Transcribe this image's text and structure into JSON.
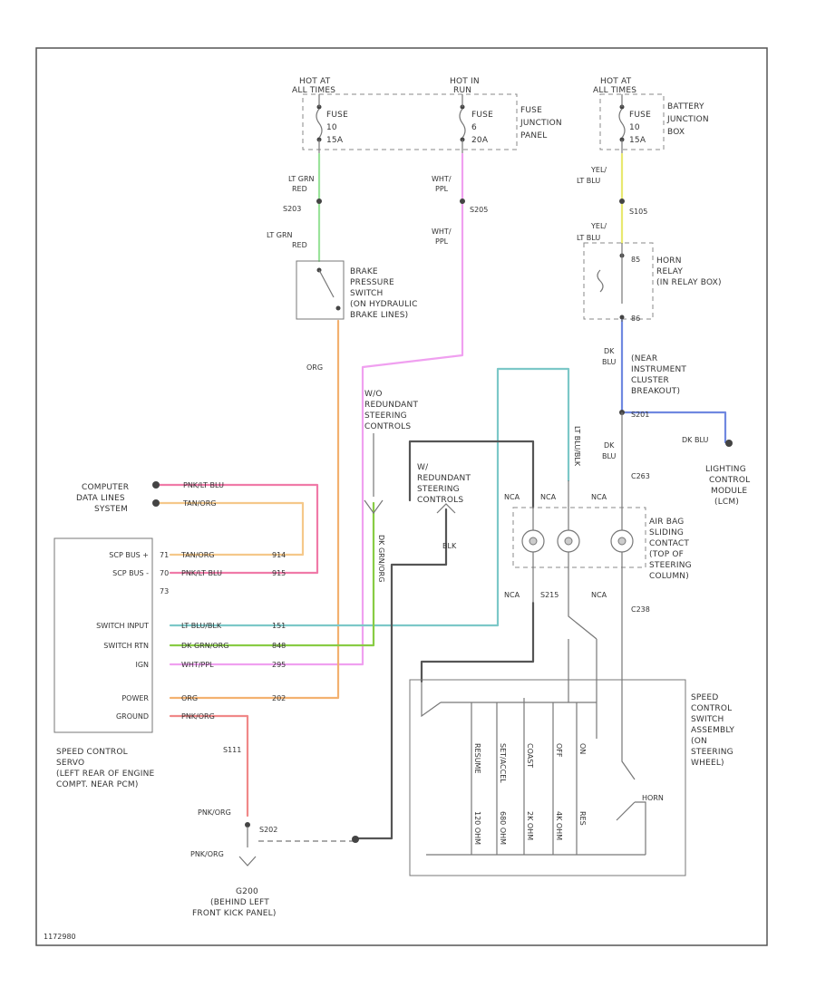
{
  "colors": {
    "lt_grn_red": "#9be39b",
    "wht_ppl": "#f0a0f0",
    "yel_lt_blu": "#e8e870",
    "dk_blu": "#7088e0",
    "org": "#f3b170",
    "pnk_lt_blu": "#f07aa8",
    "tan_org": "#f5c88a",
    "lt_blu_blk": "#7cc8c8",
    "dk_grn_org": "#88cc44",
    "pnk_org": "#f08888",
    "blk": "#444444"
  },
  "fuse_block_left": {
    "hot_at_1": "HOT AT",
    "hot_at_2": "ALL TIMES",
    "fuse_1": "FUSE",
    "fuse_2": "10",
    "fuse_3": "15A"
  },
  "fuse_block_mid": {
    "hot_at_1": "HOT IN",
    "hot_at_2": "RUN",
    "fuse_1": "FUSE",
    "fuse_2": "6",
    "fuse_3": "20A",
    "panel_1": "FUSE",
    "panel_2": "JUNCTION",
    "panel_3": "PANEL"
  },
  "fuse_block_right": {
    "hot_at_1": "HOT AT",
    "hot_at_2": "ALL TIMES",
    "fuse_1": "FUSE",
    "fuse_2": "10",
    "fuse_3": "15A",
    "box_1": "BATTERY",
    "box_2": "JUNCTION",
    "box_3": "BOX"
  },
  "wires": {
    "lt_grn_1": "LT GRN",
    "red_1": "RED",
    "s203": "S203",
    "lt_grn_2": "LT GRN",
    "red_2": "RED",
    "wht_1": "WHT/",
    "ppl_1": "PPL",
    "s205": "S205",
    "wht_2": "WHT/",
    "ppl_2": "PPL",
    "yel_1": "YEL/",
    "lt_blu_1": "LT BLU",
    "s105": "S105",
    "yel_2": "YEL/",
    "lt_blu_2": "LT BLU",
    "org": "ORG",
    "dk_blu_1": "DK",
    "dk_blu_2": "BLU",
    "dk_blu_3": "DK",
    "dk_blu_4": "BLU",
    "dk_blu_side": "DK BLU",
    "c263": "C263",
    "nca_1": "NCA",
    "nca_2": "NCA",
    "nca_3": "NCA",
    "nca_4": "NCA",
    "nca_5": "NCA",
    "s215": "S215",
    "c238": "C238",
    "blk": "BLK",
    "s202": "S202",
    "s111": "S111"
  },
  "brake_switch": {
    "l1": "BRAKE",
    "l2": "PRESSURE",
    "l3": "SWITCH",
    "l4": "(ON HYDRAULIC",
    "l5": "BRAKE LINES)"
  },
  "horn_relay": {
    "l1": "HORN",
    "l2": "RELAY",
    "l3": "(IN RELAY BOX)",
    "pin_top": "85",
    "pin_bot": "86"
  },
  "rear_cluster": {
    "l1": "(NEAR",
    "l2": "INSTRUMENT",
    "l3": "CLUSTER",
    "l4": "BREAKOUT)",
    "splice": "S201"
  },
  "lighting_module": {
    "l1": "LIGHTING",
    "l2": "CONTROL",
    "l3": "MODULE",
    "l4": "(LCM)"
  },
  "redundant_1": {
    "l1": "W/O",
    "l2": "REDUNDANT",
    "l3": "STEERING",
    "l4": "CONTROLS"
  },
  "redundant_2": {
    "l1": "W/",
    "l2": "REDUNDANT",
    "l3": "STEERING",
    "l4": "CONTROLS"
  },
  "computer_lines": {
    "l1": "COMPUTER",
    "l2": "DATA LINES",
    "l3": "SYSTEM",
    "w1": "PNK/LT BLU",
    "w2": "TAN/ORG"
  },
  "servo": {
    "pins": [
      {
        "num": "71",
        "name": "SCP BUS +",
        "wire": "TAN/ORG",
        "circuit": "914"
      },
      {
        "num": "70",
        "name": "SCP BUS -",
        "wire": "PNK/LT BLU",
        "circuit": "915"
      },
      {
        "num": "73",
        "name": "",
        "wire": "",
        "circuit": ""
      },
      {
        "num": "",
        "name": "SWITCH INPUT",
        "wire": "LT BLU/BLK",
        "circuit": "151"
      },
      {
        "num": "",
        "name": "SWITCH RTN",
        "wire": "DK GRN/ORG",
        "circuit": "848"
      },
      {
        "num": "",
        "name": "IGN",
        "wire": "WHT/PPL",
        "circuit": "295"
      },
      {
        "num": "",
        "name": "",
        "wire": "",
        "circuit": ""
      },
      {
        "num": "",
        "name": "POWER",
        "wire": "ORG",
        "circuit": "202"
      },
      {
        "num": "",
        "name": "GROUND",
        "wire": "PNK/ORG",
        "circuit": ""
      }
    ],
    "l1": "SPEED CONTROL",
    "l2": "SERVO",
    "l3": "(LEFT REAR OF ENGINE",
    "l4": "COMPT. NEAR PCM)"
  },
  "airbag": {
    "l1": "AIR BAG",
    "l2": "SLIDING",
    "l3": "CONTACT",
    "l4": "(TOP OF",
    "l5": "STEERING",
    "l6": "COLUMN)",
    "lt_blu_blk": "LT BLU/BLK",
    "dk_grn_org": "DK GRN/ORG"
  },
  "speed_switch": {
    "l1": "SPEED",
    "l2": "CONTROL",
    "l3": "SWITCH",
    "l4": "ASSEMBLY",
    "l5": "(ON",
    "l6": "STEERING",
    "l7": "WHEEL)",
    "buttons": [
      "RESUME",
      "SET/ACCEL",
      "COAST",
      "OFF",
      "ON"
    ],
    "horn": "HORN",
    "res_labels": [
      "120 OHM",
      "680 OHM",
      "2K OHM",
      "4K OHM",
      "RES"
    ]
  },
  "ground": {
    "w1": "PNK/ORG",
    "w2": "PNK/ORG",
    "g1": "G200",
    "g2": "(BEHIND LEFT",
    "g3": "FRONT KICK PANEL)"
  },
  "footer_code": "1172980"
}
